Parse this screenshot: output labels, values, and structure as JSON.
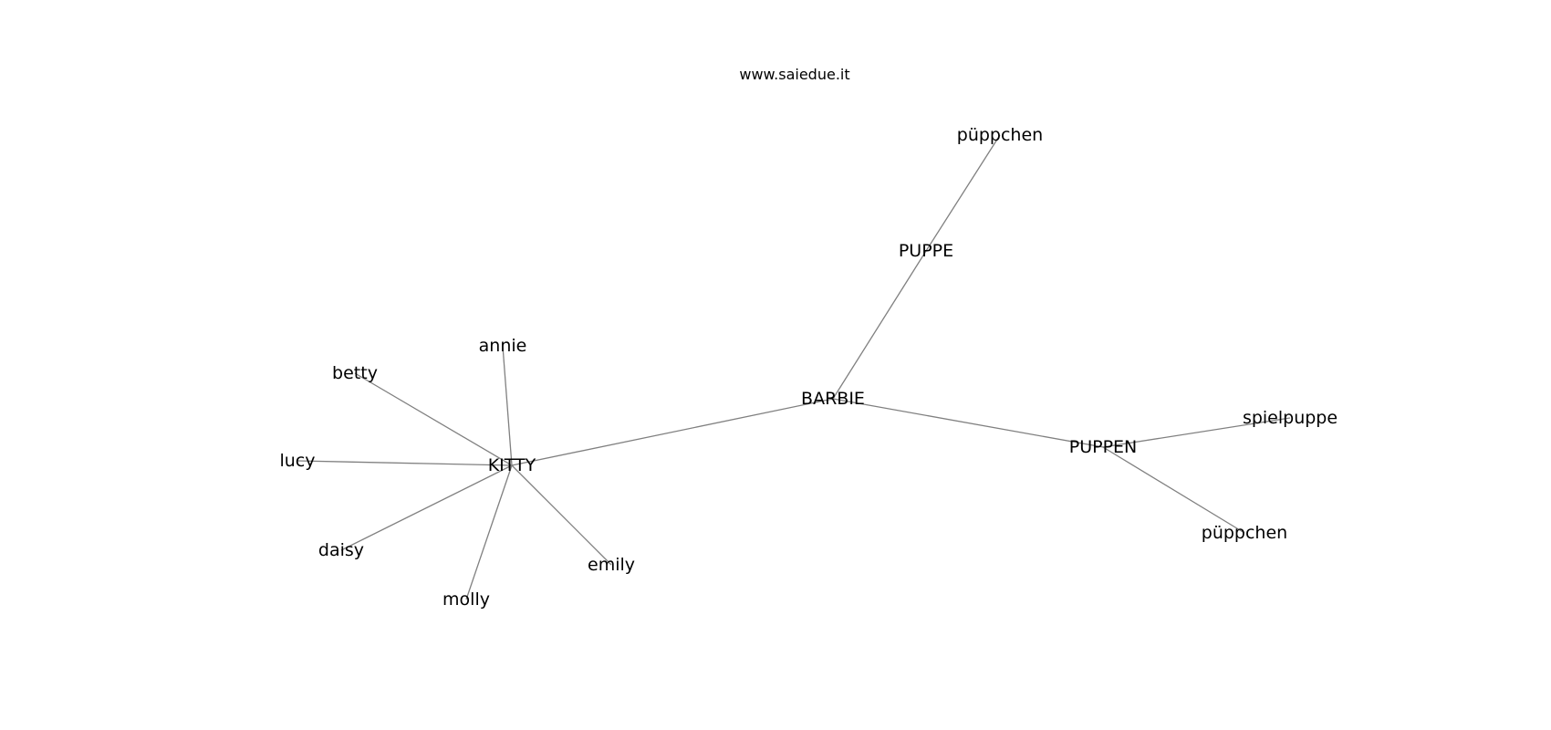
{
  "watermark": "www.saiedue.it",
  "graph": {
    "nodes": [
      {
        "id": "barbie",
        "label": "BARBIE"
      },
      {
        "id": "kitty",
        "label": "KITTY"
      },
      {
        "id": "puppe",
        "label": "PUPPE"
      },
      {
        "id": "puppen",
        "label": "PUPPEN"
      },
      {
        "id": "puppchen-top",
        "label": "püppchen"
      },
      {
        "id": "puppchen-bottom",
        "label": "püppchen"
      },
      {
        "id": "spielpuppe",
        "label": "spielpuppe"
      },
      {
        "id": "annie",
        "label": "annie"
      },
      {
        "id": "betty",
        "label": "betty"
      },
      {
        "id": "lucy",
        "label": "lucy"
      },
      {
        "id": "daisy",
        "label": "daisy"
      },
      {
        "id": "molly",
        "label": "molly"
      },
      {
        "id": "emily",
        "label": "emily"
      }
    ],
    "edges": [
      [
        "barbie",
        "kitty"
      ],
      [
        "barbie",
        "puppe"
      ],
      [
        "barbie",
        "puppen"
      ],
      [
        "puppe",
        "puppchen-top"
      ],
      [
        "puppen",
        "spielpuppe"
      ],
      [
        "puppen",
        "puppchen-bottom"
      ],
      [
        "kitty",
        "annie"
      ],
      [
        "kitty",
        "betty"
      ],
      [
        "kitty",
        "lucy"
      ],
      [
        "kitty",
        "daisy"
      ],
      [
        "kitty",
        "molly"
      ],
      [
        "kitty",
        "emily"
      ]
    ],
    "edge_color": "#808080",
    "label_color": "#000000"
  }
}
